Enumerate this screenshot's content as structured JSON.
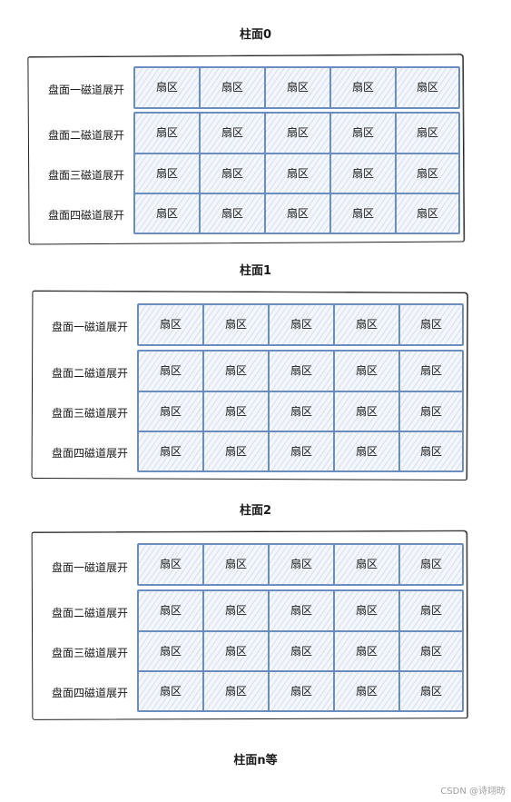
{
  "cylinders": [
    {
      "title": "柱面0",
      "rows": [
        {
          "label": "盘面一磁道展开",
          "sectors": [
            "扇区",
            "扇区",
            "扇区",
            "扇区",
            "扇区"
          ]
        },
        {
          "label": "盘面二磁道展开",
          "sectors": [
            "扇区",
            "扇区",
            "扇区",
            "扇区",
            "扇区"
          ]
        },
        {
          "label": "盘面三磁道展开",
          "sectors": [
            "扇区",
            "扇区",
            "扇区",
            "扇区",
            "扇区"
          ]
        },
        {
          "label": "盘面四磁道展开",
          "sectors": [
            "扇区",
            "扇区",
            "扇区",
            "扇区",
            "扇区"
          ]
        }
      ]
    },
    {
      "title": "柱面1",
      "rows": [
        {
          "label": "盘面一磁道展开",
          "sectors": [
            "扇区",
            "扇区",
            "扇区",
            "扇区",
            "扇区"
          ]
        },
        {
          "label": "盘面二磁道展开",
          "sectors": [
            "扇区",
            "扇区",
            "扇区",
            "扇区",
            "扇区"
          ]
        },
        {
          "label": "盘面三磁道展开",
          "sectors": [
            "扇区",
            "扇区",
            "扇区",
            "扇区",
            "扇区"
          ]
        },
        {
          "label": "盘面四磁道展开",
          "sectors": [
            "扇区",
            "扇区",
            "扇区",
            "扇区",
            "扇区"
          ]
        }
      ]
    },
    {
      "title": "柱面2",
      "rows": [
        {
          "label": "盘面一磁道展开",
          "sectors": [
            "扇区",
            "扇区",
            "扇区",
            "扇区",
            "扇区"
          ]
        },
        {
          "label": "盘面二磁道展开",
          "sectors": [
            "扇区",
            "扇区",
            "扇区",
            "扇区",
            "扇区"
          ]
        },
        {
          "label": "盘面三磁道展开",
          "sectors": [
            "扇区",
            "扇区",
            "扇区",
            "扇区",
            "扇区"
          ]
        },
        {
          "label": "盘面四磁道展开",
          "sectors": [
            "扇区",
            "扇区",
            "扇区",
            "扇区",
            "扇区"
          ]
        }
      ]
    }
  ],
  "footer_title": "柱面n等",
  "watermark": "CSDN @诗翊昉",
  "colors": {
    "sector_stroke": "#6c8ebf",
    "sector_fill": "#f3f6fb",
    "frame_stroke": "#222222"
  }
}
